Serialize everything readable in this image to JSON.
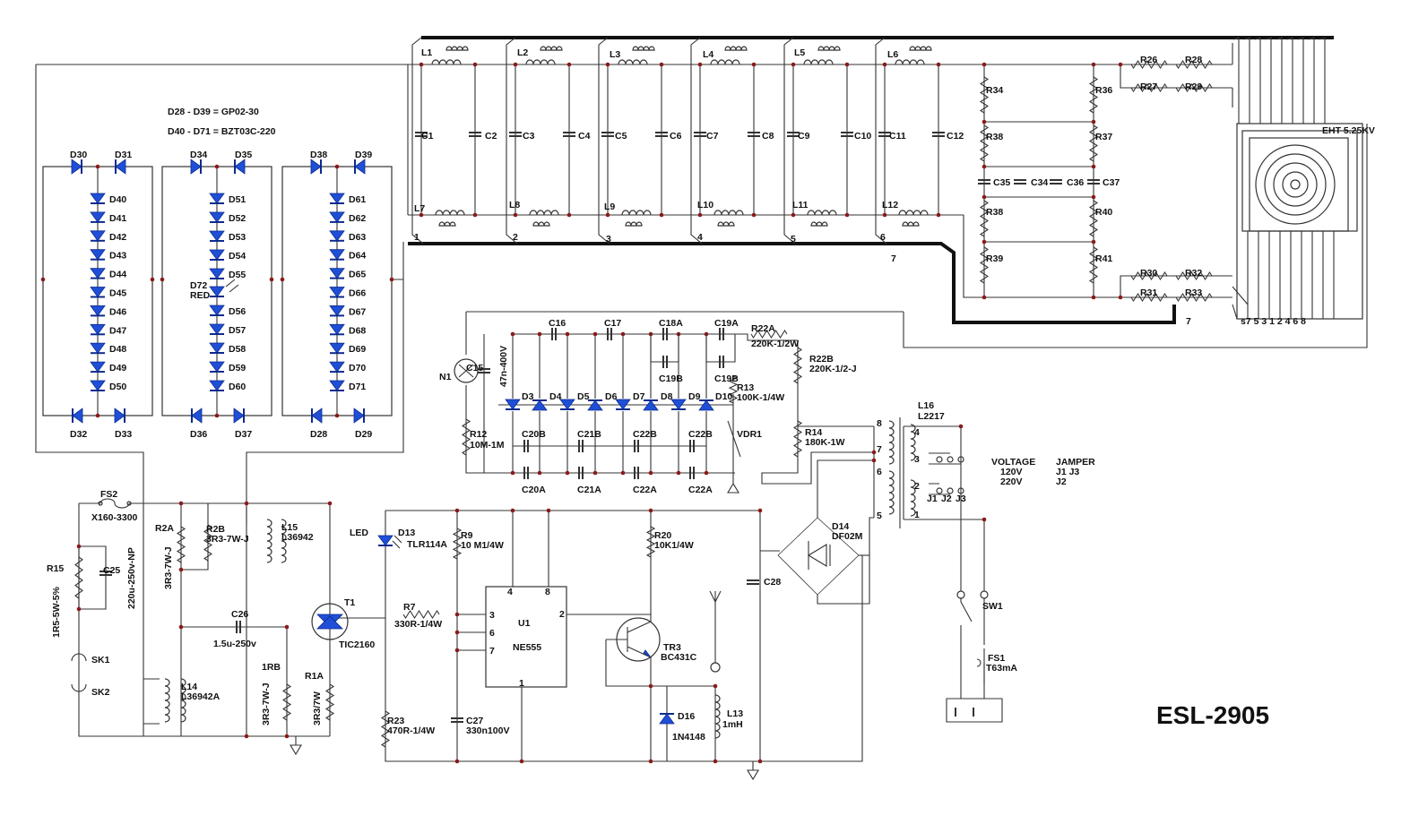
{
  "title": "ESL-2905",
  "notes": [
    "D28 - D39 = GP02-30",
    "D40 - D71 = BZT03C-220"
  ],
  "eht_label": "EHT 5.25KV",
  "voltage_table": {
    "voltage_header": "VOLTAGE",
    "jumper_header": "JAMPER",
    "row1_voltage": "120V",
    "row1_jumpers": "J1  J3",
    "row2_voltage": "220V",
    "row2_jumpers": "J2"
  },
  "inductors_top": [
    "L1",
    "L2",
    "L3",
    "L4",
    "L5",
    "L6"
  ],
  "inductors_bottom": [
    "L7",
    "L8",
    "L9",
    "L10",
    "L11",
    "L12"
  ],
  "caps_top_left": [
    "C1",
    "C3",
    "C5",
    "C7",
    "C9",
    "C11"
  ],
  "caps_top_right": [
    "C2",
    "C4",
    "C6",
    "C8",
    "C10",
    "C12"
  ],
  "stage_numbers": [
    "1",
    "2",
    "3",
    "4",
    "5",
    "6",
    "7"
  ],
  "eht_pins": "s7 5 3 1 2 4 6 8",
  "resistor_ladder": {
    "left": [
      "R34",
      "R38",
      "R38",
      "R39"
    ],
    "right": [
      "R36",
      "R37",
      "R40",
      "R41"
    ],
    "caps": [
      "C35",
      "C34",
      "C36",
      "C37"
    ],
    "top": [
      "R26",
      "R28",
      "R27",
      "R29"
    ],
    "bottom": [
      "R30",
      "R32",
      "R31",
      "R33"
    ]
  },
  "diode_stacks": {
    "stack1": [
      "D40",
      "D41",
      "D42",
      "D43",
      "D44",
      "D45",
      "D46",
      "D47",
      "D48",
      "D49",
      "D50"
    ],
    "stack2": [
      "D51",
      "D52",
      "D53",
      "D54",
      "D55",
      "D56",
      "D57",
      "D58",
      "D59",
      "D60"
    ],
    "stack3": [
      "D61",
      "D62",
      "D63",
      "D64",
      "D65",
      "D66",
      "D67",
      "D68",
      "D69",
      "D70",
      "D71"
    ],
    "top": [
      "D30",
      "D31",
      "D34",
      "D35",
      "D38",
      "D39"
    ],
    "bottom": [
      "D32",
      "D33",
      "D36",
      "D37",
      "D28",
      "D29"
    ],
    "led_ref": "D72",
    "led_color": "RED"
  },
  "multiplier": {
    "top_caps": [
      "C16",
      "C17",
      "C18A",
      "C19A"
    ],
    "mid_caps": [
      "C19B",
      "C19B"
    ],
    "diodes": [
      "D3",
      "D4",
      "D5",
      "D6",
      "D7",
      "D8",
      "D9",
      "D10"
    ],
    "caps_b": [
      "C20B",
      "C21B",
      "C22B",
      "C22B"
    ],
    "caps_a": [
      "C20A",
      "C21A",
      "C22A",
      "C22A"
    ],
    "c15": "C15",
    "c15_value": "47n-400V",
    "n1": "N1",
    "r12": "R12",
    "r12_value": "10M-1M",
    "r13": "R13",
    "r13_value": "100K-1/4W",
    "r14": "R14",
    "r14_value": "180K-1W",
    "r22a": "R22A",
    "r22a_value": "220K-1/2W",
    "r22b": "R22B",
    "r22b_value": "220K-1/2-J",
    "vdr": "VDR1"
  },
  "power": {
    "fs2": "FS2",
    "fs2_value": "X160-3300",
    "r15": "R15",
    "r15_value": "1R5-5W-5%",
    "c25": "C25",
    "c25_value": "220u-250v-NP",
    "sk1": "SK1",
    "sk2": "SK2",
    "r2a": "R2A",
    "r2a_value": "3R3-7W-J",
    "r2b": "R2B",
    "r2b_value": "3R3-7W-J",
    "l15": "L15",
    "l15_value": "L36942",
    "c26": "C26",
    "c26_value": "1.5u-250v",
    "l14": "L14",
    "l14_value": "L36942A",
    "r1b": "1RB",
    "r1b_value": "3R3-7W-J",
    "r1a": "R1A",
    "r1a_value": "3R3/7W",
    "t1": "T1",
    "t1_value": "TIC2160"
  },
  "timer": {
    "led": "LED",
    "d13": "D13",
    "d13_value": "TLR114A",
    "r9": "R9",
    "r9_value": "10 M1/4W",
    "r7": "R7",
    "r7_value": "330R-1/4W",
    "u1": "U1",
    "u1_value": "NE555",
    "pins": [
      "4",
      "8",
      "3",
      "2",
      "6",
      "7",
      "1"
    ],
    "r20": "R20",
    "r20_value": "10K1/4W",
    "tr3": "TR3",
    "tr3_value": "BC431C",
    "d16": "D16",
    "d16_value": "1N4148",
    "l13": "L13",
    "l13_value": "1mH",
    "r23": "R23",
    "r23_value": "470R-1/4W",
    "c27": "C27",
    "c27_value": "330n100V",
    "c28": "C28"
  },
  "supply": {
    "d14": "D14",
    "d14_value": "DF02M",
    "l16": "L16",
    "l16_value": "L2217",
    "trafo_pins": [
      "8",
      "7",
      "6",
      "5",
      "4",
      "3",
      "2",
      "1"
    ],
    "jumpers": [
      "J1",
      "J2",
      "J3"
    ],
    "sw1": "SW1",
    "fs1": "FS1",
    "fs1_value": "T63mA"
  }
}
